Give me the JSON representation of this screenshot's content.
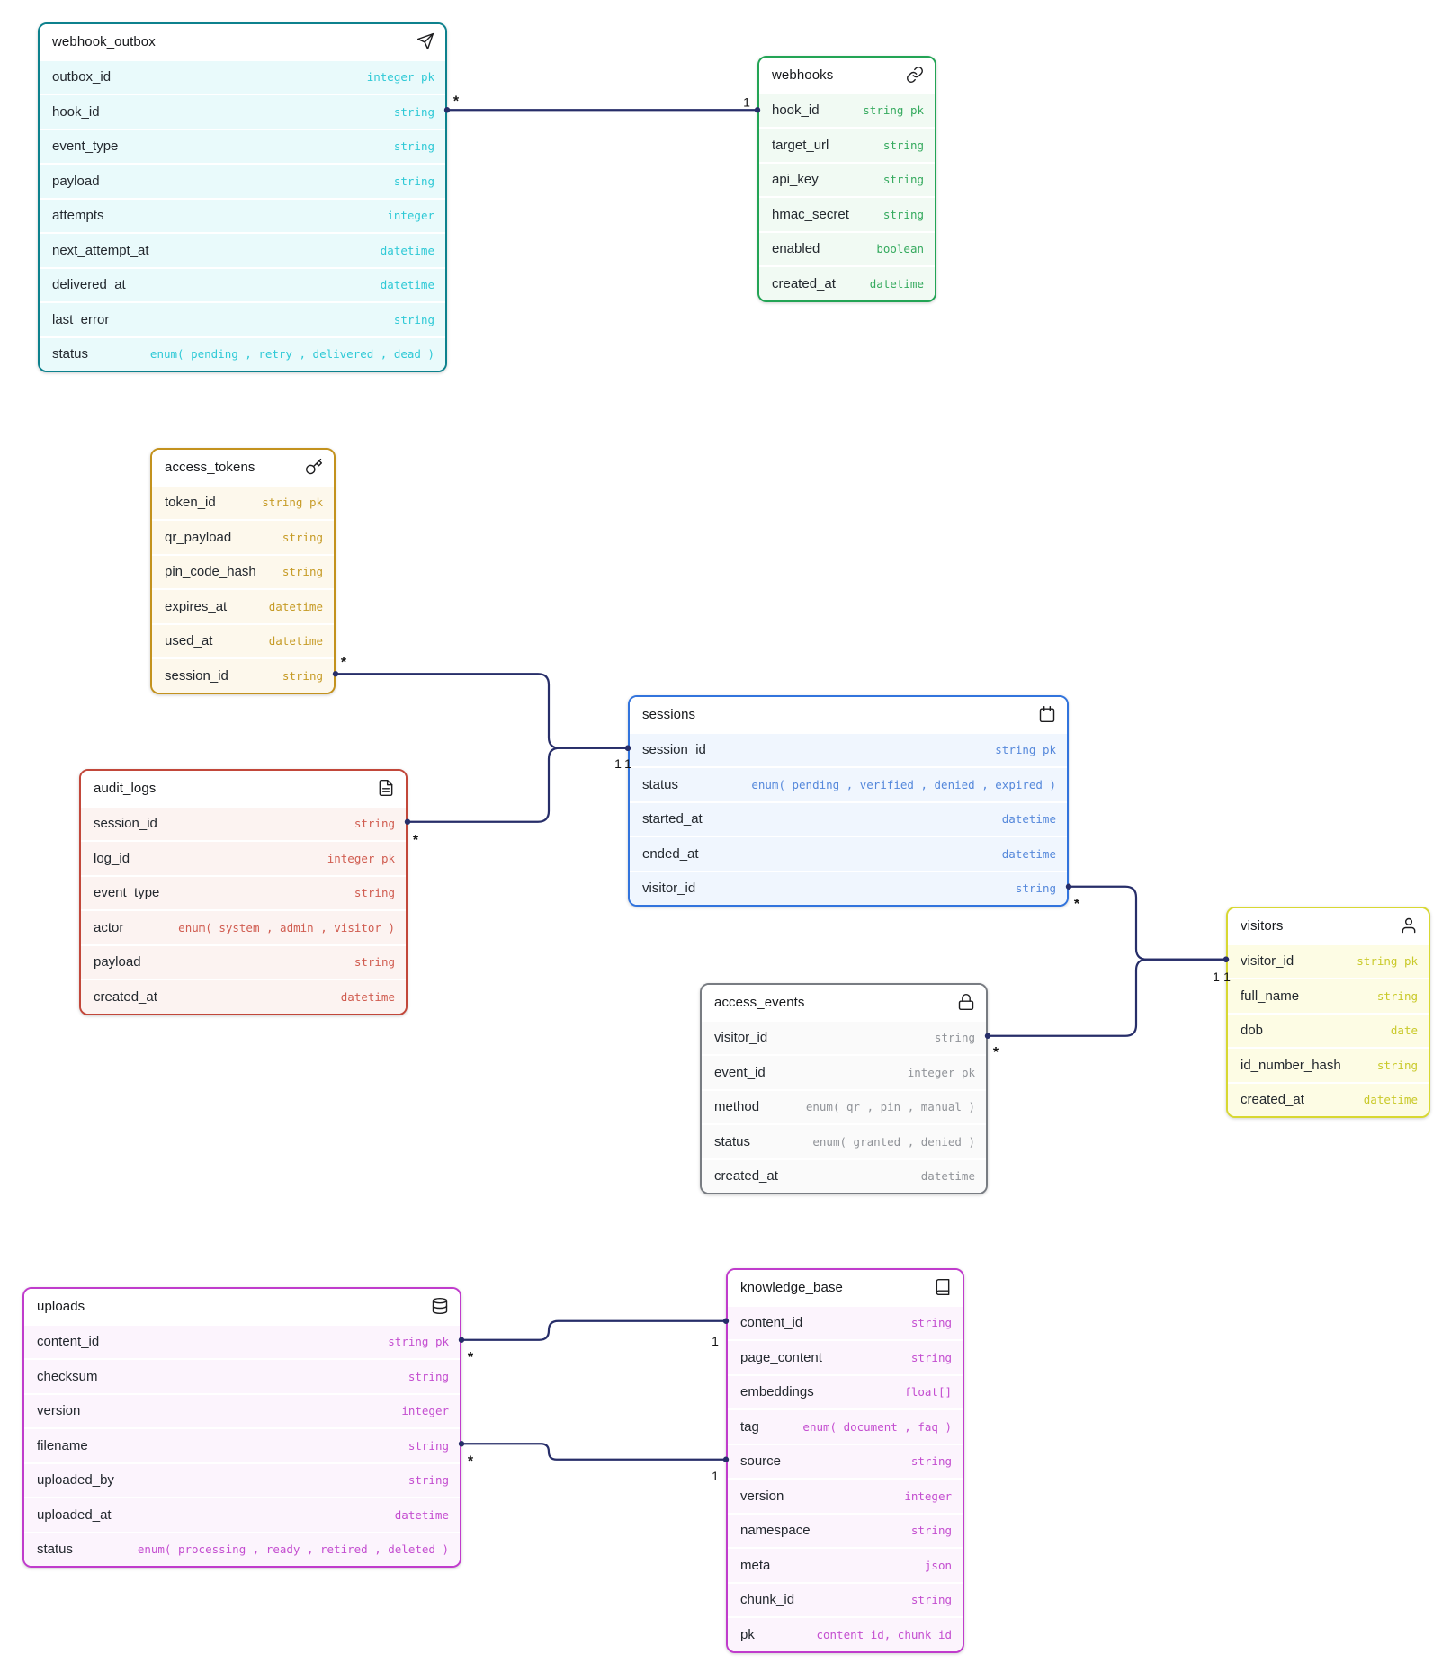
{
  "diagram": {
    "connector_color": "#272e69",
    "background_color": "#ffffff"
  },
  "tables": [
    {
      "id": "webhook_outbox",
      "name": "webhook_outbox",
      "icon": "send-icon",
      "colors": {
        "border": "#0d818d",
        "row_tint": "#e9fafb",
        "type_text": "#2ec9d6"
      },
      "fields": [
        {
          "name": "outbox_id",
          "type": "integer pk"
        },
        {
          "name": "hook_id",
          "type": "string"
        },
        {
          "name": "event_type",
          "type": "string"
        },
        {
          "name": "payload",
          "type": "string"
        },
        {
          "name": "attempts",
          "type": "integer"
        },
        {
          "name": "next_attempt_at",
          "type": "datetime"
        },
        {
          "name": "delivered_at",
          "type": "datetime"
        },
        {
          "name": "last_error",
          "type": "string"
        },
        {
          "name": "status",
          "type": "enum( pending , retry , delivered , dead )"
        }
      ]
    },
    {
      "id": "webhooks",
      "name": "webhooks",
      "icon": "link-icon",
      "colors": {
        "border": "#23a455",
        "row_tint": "#f1faf3",
        "type_text": "#35aa5e"
      },
      "fields": [
        {
          "name": "hook_id",
          "type": "string pk"
        },
        {
          "name": "target_url",
          "type": "string"
        },
        {
          "name": "api_key",
          "type": "string"
        },
        {
          "name": "hmac_secret",
          "type": "string"
        },
        {
          "name": "enabled",
          "type": "boolean"
        },
        {
          "name": "created_at",
          "type": "datetime"
        }
      ]
    },
    {
      "id": "access_tokens",
      "name": "access_tokens",
      "icon": "key-icon",
      "colors": {
        "border": "#c3921e",
        "row_tint": "#fdf8ec",
        "type_text": "#c69b26"
      },
      "fields": [
        {
          "name": "token_id",
          "type": "string pk"
        },
        {
          "name": "qr_payload",
          "type": "string"
        },
        {
          "name": "pin_code_hash",
          "type": "string"
        },
        {
          "name": "expires_at",
          "type": "datetime"
        },
        {
          "name": "used_at",
          "type": "datetime"
        },
        {
          "name": "session_id",
          "type": "string"
        }
      ]
    },
    {
      "id": "audit_logs",
      "name": "audit_logs",
      "icon": "file-text-icon",
      "colors": {
        "border": "#c2473a",
        "row_tint": "#fcf3f1",
        "type_text": "#d05c50"
      },
      "fields": [
        {
          "name": "session_id",
          "type": "string"
        },
        {
          "name": "log_id",
          "type": "integer pk"
        },
        {
          "name": "event_type",
          "type": "string"
        },
        {
          "name": "actor",
          "type": "enum( system , admin , visitor )"
        },
        {
          "name": "payload",
          "type": "string"
        },
        {
          "name": "created_at",
          "type": "datetime"
        }
      ]
    },
    {
      "id": "sessions",
      "name": "sessions",
      "icon": "calendar-icon",
      "colors": {
        "border": "#3274dd",
        "row_tint": "#f0f6fe",
        "type_text": "#5588db"
      },
      "fields": [
        {
          "name": "session_id",
          "type": "string pk"
        },
        {
          "name": "status",
          "type": "enum( pending , verified , denied , expired )"
        },
        {
          "name": "started_at",
          "type": "datetime"
        },
        {
          "name": "ended_at",
          "type": "datetime"
        },
        {
          "name": "visitor_id",
          "type": "string"
        }
      ]
    },
    {
      "id": "visitors",
      "name": "visitors",
      "icon": "user-icon",
      "colors": {
        "border": "#d8d832",
        "row_tint": "#fdfce4",
        "type_text": "#c9c929"
      },
      "fields": [
        {
          "name": "visitor_id",
          "type": "string pk"
        },
        {
          "name": "full_name",
          "type": "string"
        },
        {
          "name": "dob",
          "type": "date"
        },
        {
          "name": "id_number_hash",
          "type": "string"
        },
        {
          "name": "created_at",
          "type": "datetime"
        }
      ]
    },
    {
      "id": "access_events",
      "name": "access_events",
      "icon": "lock-icon",
      "colors": {
        "border": "#787c82",
        "row_tint": "#fafafa",
        "type_text": "#909398"
      },
      "fields": [
        {
          "name": "visitor_id",
          "type": "string"
        },
        {
          "name": "event_id",
          "type": "integer pk"
        },
        {
          "name": "method",
          "type": "enum( qr , pin , manual )"
        },
        {
          "name": "status",
          "type": "enum( granted , denied )"
        },
        {
          "name": "created_at",
          "type": "datetime"
        }
      ]
    },
    {
      "id": "uploads",
      "name": "uploads",
      "icon": "database-icon",
      "colors": {
        "border": "#c03ccc",
        "row_tint": "#fcf4fd",
        "type_text": "#c44ed0"
      },
      "fields": [
        {
          "name": "content_id",
          "type": "string pk"
        },
        {
          "name": "checksum",
          "type": "string"
        },
        {
          "name": "version",
          "type": "integer"
        },
        {
          "name": "filename",
          "type": "string"
        },
        {
          "name": "uploaded_by",
          "type": "string"
        },
        {
          "name": "uploaded_at",
          "type": "datetime"
        },
        {
          "name": "status",
          "type": "enum( processing , ready , retired , deleted )"
        }
      ]
    },
    {
      "id": "knowledge_base",
      "name": "knowledge_base",
      "icon": "book-icon",
      "colors": {
        "border": "#c03ccc",
        "row_tint": "#fcf4fd",
        "type_text": "#c44ed0"
      },
      "fields": [
        {
          "name": "content_id",
          "type": "string"
        },
        {
          "name": "page_content",
          "type": "string"
        },
        {
          "name": "embeddings",
          "type": "float[]"
        },
        {
          "name": "tag",
          "type": "enum( document , faq )"
        },
        {
          "name": "source",
          "type": "string"
        },
        {
          "name": "version",
          "type": "integer"
        },
        {
          "name": "namespace",
          "type": "string"
        },
        {
          "name": "meta",
          "type": "json"
        },
        {
          "name": "chunk_id",
          "type": "string"
        },
        {
          "name": "pk",
          "type": "content_id, chunk_id"
        }
      ]
    }
  ],
  "relationships": [
    {
      "from_table": "webhook_outbox",
      "from_field": "hook_id",
      "to_table": "webhooks",
      "to_field": "hook_id",
      "from_cardinality": "*",
      "to_cardinality": "1"
    },
    {
      "from_table": "access_tokens",
      "from_field": "session_id",
      "to_table": "sessions",
      "to_field": "session_id",
      "from_cardinality": "*",
      "to_cardinality": "1"
    },
    {
      "from_table": "audit_logs",
      "from_field": "session_id",
      "to_table": "sessions",
      "to_field": "session_id",
      "from_cardinality": "*",
      "to_cardinality": "1"
    },
    {
      "from_table": "sessions",
      "from_field": "visitor_id",
      "to_table": "visitors",
      "to_field": "visitor_id",
      "from_cardinality": "*",
      "to_cardinality": "1"
    },
    {
      "from_table": "access_events",
      "from_field": "visitor_id",
      "to_table": "visitors",
      "to_field": "visitor_id",
      "from_cardinality": "*",
      "to_cardinality": "1"
    },
    {
      "from_table": "uploads",
      "from_field": "content_id",
      "to_table": "knowledge_base",
      "to_field": "content_id",
      "from_cardinality": "*",
      "to_cardinality": "1"
    },
    {
      "from_table": "uploads",
      "from_field": "filename",
      "to_table": "knowledge_base",
      "to_field": "source",
      "from_cardinality": "*",
      "to_cardinality": "1"
    }
  ]
}
